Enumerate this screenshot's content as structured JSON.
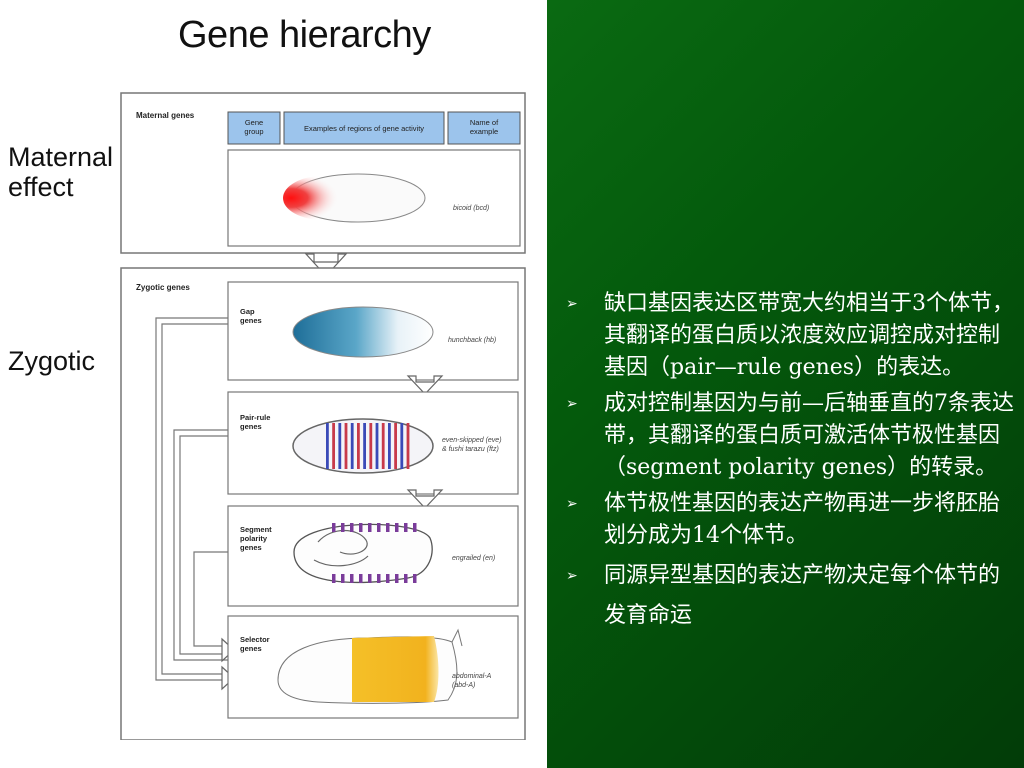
{
  "slide_title": "Gene hierarchy",
  "side_labels": {
    "maternal": "Maternal\neffect",
    "zygotic": "Zygotic"
  },
  "diagram": {
    "maternal_header": "Maternal genes",
    "column_headers": [
      "Gene\ngroup",
      "Examples of regions of gene activity",
      "Name of\nexample"
    ],
    "zygotic_header": "Zygotic genes",
    "rows": [
      {
        "group": "",
        "example": "bicoid (bcd)"
      },
      {
        "group": "Gap\ngenes",
        "example": "hunchback (hb)"
      },
      {
        "group": "Pair-rule\ngenes",
        "example": "even-skipped (eve)\n& fushi tarazu (ftz)"
      },
      {
        "group": "Segment\npolarity\ngenes",
        "example": "engrailed (en)"
      },
      {
        "group": "Selector\ngenes",
        "example": "abdominal-A\n(abd-A)"
      }
    ]
  },
  "bullets": [
    "缺口基因表达区带宽大约相当于3个体节，其翻译的蛋白质以浓度效应调控成对控制基因（pair—rule genes）的表达。",
    "成对控制基因为与前—后轴垂直的7条表达带，其翻译的蛋白质可激活体节极性基因（segment polarity genes）的转录。",
    "体节极性基因的表达产物再进一步将胚胎划分成为14个体节。",
    "同源异型基因的表达产物决定每个体节的发育命运"
  ],
  "colors": {
    "panel_green": "#045a0c",
    "header_blue": "#9cc4ec",
    "bicoid_red": "#e8282c",
    "gap_blue": "#2a7ea8",
    "selector_orange": "#f2b21e",
    "stripe_purple": "#7a3c9a"
  }
}
